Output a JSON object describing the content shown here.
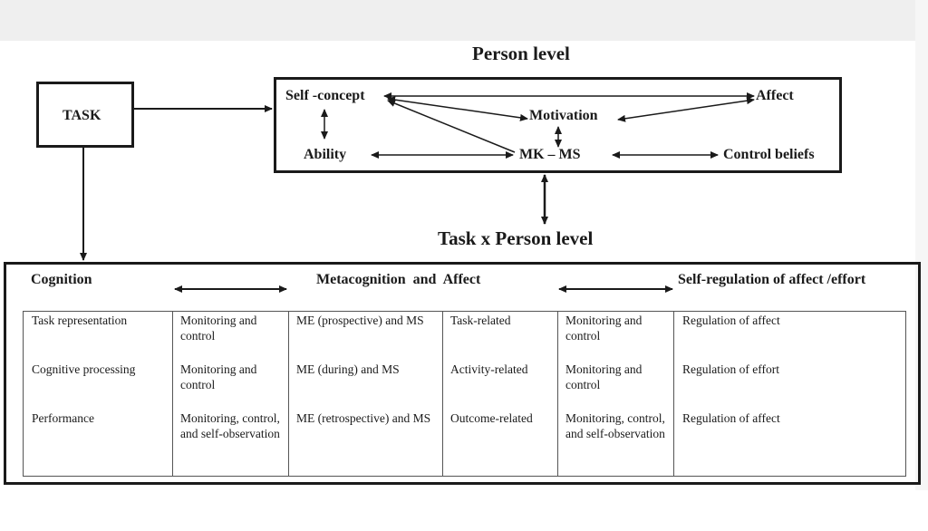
{
  "diagram": {
    "person_level_title": "Person level",
    "task_box": "TASK",
    "person_box": {
      "self_concept": "Self -concept",
      "affect": "Affect",
      "motivation": "Motivation",
      "ability": "Ability",
      "mk_ms": "MK – MS",
      "control_beliefs": "Control beliefs"
    },
    "task_person_title": "Task x Person level",
    "bottom_headers": {
      "cognition": "Cognition",
      "metacognition": "Metacognition  and  Affect",
      "self_regulation": "Self-regulation of affect /effort"
    },
    "table": {
      "columns": [
        [
          "Task representation",
          "Cognitive processing",
          "Performance"
        ],
        [
          "Monitoring and control",
          "Monitoring and control",
          "Monitoring, control, and self-observation"
        ],
        [
          "ME (prospective) and MS",
          "ME (during) and MS",
          "ME (retrospective) and MS"
        ],
        [
          "Task-related",
          "Activity-related",
          "Outcome-related"
        ],
        [
          "Monitoring and control",
          "Monitoring and control",
          "Monitoring, control, and self-observation"
        ],
        [
          "Regulation of affect",
          "Regulation of effort",
          "Regulation of affect"
        ]
      ]
    }
  }
}
